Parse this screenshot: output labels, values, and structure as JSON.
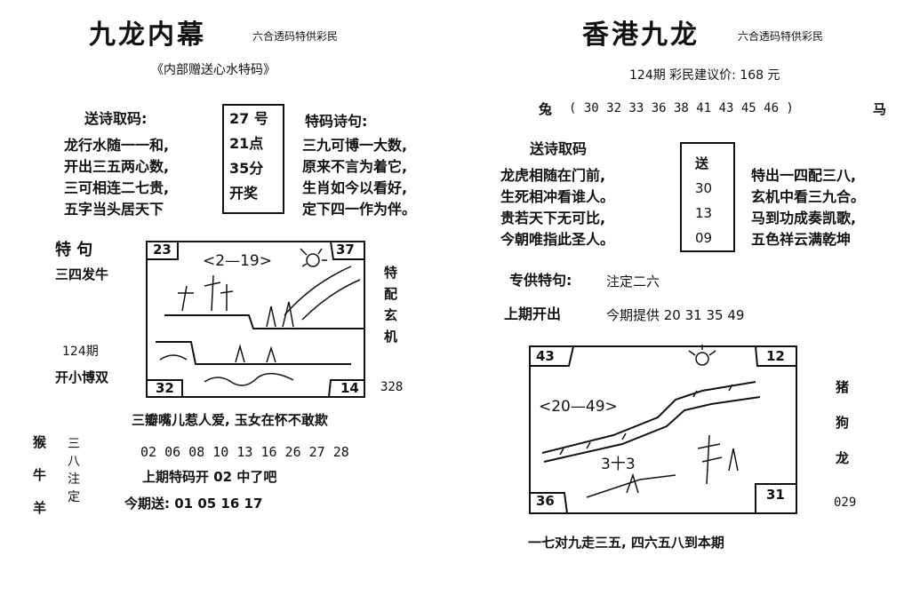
{
  "left": {
    "title": "九龙内幕",
    "subtitle": "六合透码特供彩民",
    "note": "《内部赠送心水特码》",
    "send_title": "送诗取码:",
    "send_lines": [
      "龙行水随一一和,",
      "开出三五两心数,",
      "三可相连二七贵,",
      "五字当头居天下"
    ],
    "draw_info": [
      "27 号",
      "21点",
      "35分",
      "开奖"
    ],
    "poem_title": "特码诗句:",
    "poem_lines": [
      "三九可博一大数,",
      "原来不言为着它,",
      "生肖如今以看好,",
      "定下四一作为伴。"
    ],
    "special_title": "特  句",
    "special_text": "三四发牛",
    "issue": "124期",
    "issue_text": "开小博双",
    "corner_tl": "23",
    "corner_tr": "37",
    "corner_bl": "32",
    "corner_br": "14",
    "sketch_text": "<2—19>",
    "side_vertical": [
      "特",
      "配",
      "玄",
      "机"
    ],
    "side_number": "328",
    "proverb": "三瓣嘴儿惹人爱, 玉女在怀不敢欺",
    "zodiac": [
      "猴",
      "牛",
      "羊"
    ],
    "zodiac_note": [
      "三",
      "八",
      "注",
      "定"
    ],
    "numbers": "02  06  08  10  13  16  26  27  28",
    "last_issue": "上期特码开  02  中了吧",
    "this_issue": "今期送:  01  05  16  17"
  },
  "right": {
    "title": "香港九龙",
    "subtitle": "六合透码特供彩民",
    "issue_price": "124期    彩民建议价:  168 元",
    "rabbit_row_left": "兔",
    "rabbit_row_numbers": "(  30  32  33  36  38  41  43  45  46    )",
    "rabbit_row_right": "马",
    "send_title": "送诗取码",
    "send_lines": [
      "龙虎相随在门前,",
      "生死相冲看谁人。",
      "贵若天下无可比,",
      "今朝唯指此圣人。"
    ],
    "box_label": "送",
    "box_numbers": [
      "30",
      "13",
      "09"
    ],
    "poem_lines": [
      "特出一四配三八,",
      "玄机中看三九合。",
      "马到功成奏凯歌,",
      "五色祥云满乾坤"
    ],
    "special_label": "专供特句:",
    "special_text": "注定二六",
    "last_open": "上期开出",
    "this_offer": "今期提供  20  31  35  49",
    "corner_tl": "43",
    "corner_tr": "12",
    "corner_bl": "36",
    "corner_br": "31",
    "sketch_text": "<20—49>",
    "sketch_mid": "3十3",
    "side_zodiac": [
      "猪",
      "狗",
      "龙"
    ],
    "side_number": "029",
    "bottom_line": "一七对九走三五, 四六五八到本期"
  }
}
